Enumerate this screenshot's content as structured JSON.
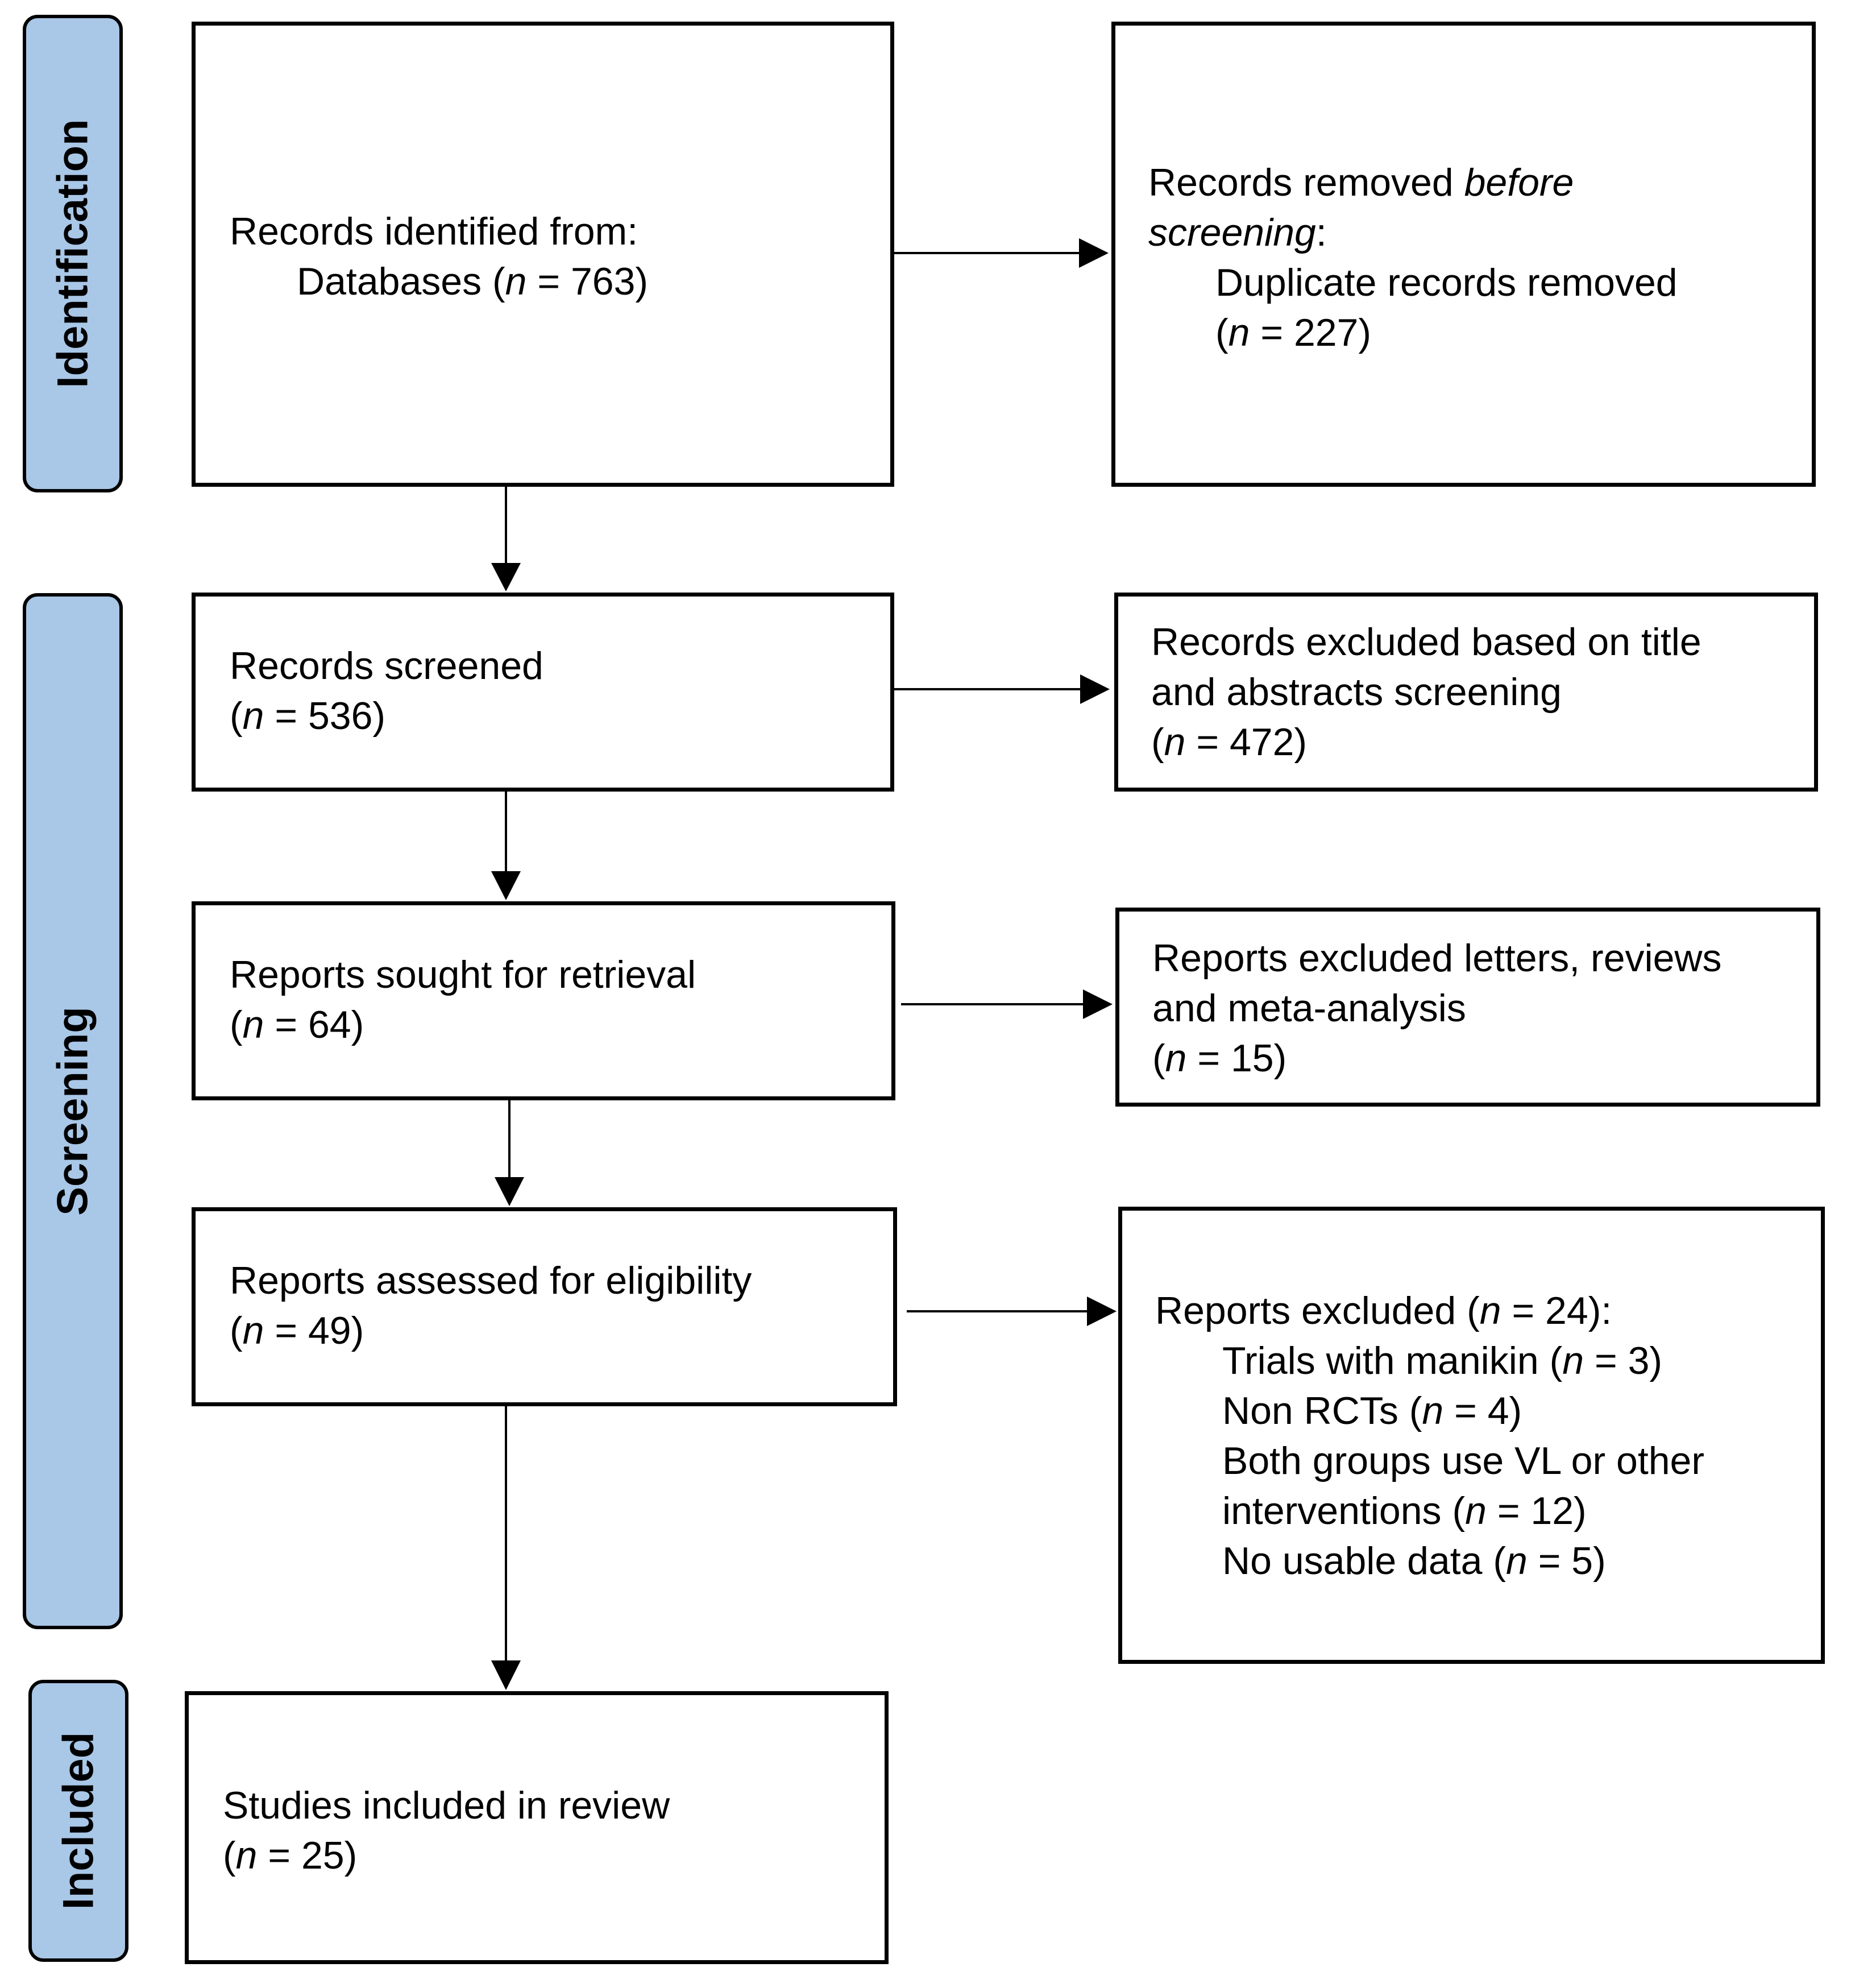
{
  "phases": {
    "identification": "Identification",
    "screening": "Screening",
    "included": "Included"
  },
  "boxes": {
    "records_identified": {
      "line1": "Records identified from:",
      "line2_pre": "Databases (",
      "n_symbol": "n",
      "line2_post": " = 763)"
    },
    "records_removed": {
      "line1_pre": "Records removed ",
      "line1_em": "before",
      "line2_em": "screening",
      "line2_post": ":",
      "line3": "Duplicate records removed",
      "line4_pre": "(",
      "n_symbol": "n",
      "line4_post": " = 227)"
    },
    "records_screened": {
      "line1": "Records screened",
      "line2_pre": "(",
      "n_symbol": "n",
      "line2_post": " = 536)"
    },
    "records_excluded": {
      "line1": "Records excluded based on title",
      "line2": "and abstracts screening",
      "line3_pre": "(",
      "n_symbol": "n",
      "line3_post": " = 472)"
    },
    "reports_sought": {
      "line1": "Reports sought for retrieval",
      "line2_pre": "(",
      "n_symbol": "n",
      "line2_post": " = 64)"
    },
    "reports_excluded_letters": {
      "line1": "Reports excluded letters, reviews",
      "line2": "and meta-analysis",
      "line3_pre": "(",
      "n_symbol": "n",
      "line3_post": " = 15)"
    },
    "reports_assessed": {
      "line1": "Reports assessed for eligibility",
      "line2_pre": "(",
      "n_symbol": "n",
      "line2_post": " = 49)"
    },
    "reports_excluded": {
      "line1_pre": "Reports excluded (",
      "n_symbol": "n",
      "line1_post": " = 24):",
      "reasons": [
        {
          "pre": "Trials with manikin (",
          "post": " = 3)"
        },
        {
          "pre": "Non RCTs (",
          "post": " = 4)"
        },
        {
          "pre": "Both groups use VL or other",
          "post": ""
        },
        {
          "pre": "interventions (",
          "post": " = 12)"
        },
        {
          "pre": "No usable data (",
          "post": " = 5)"
        }
      ]
    },
    "studies_included": {
      "line1": "Studies included in review",
      "line2_pre": "(",
      "n_symbol": "n",
      "line2_post": " = 25)"
    }
  },
  "colors": {
    "phase_fill": "#a9c7e7",
    "stroke": "#000000"
  }
}
